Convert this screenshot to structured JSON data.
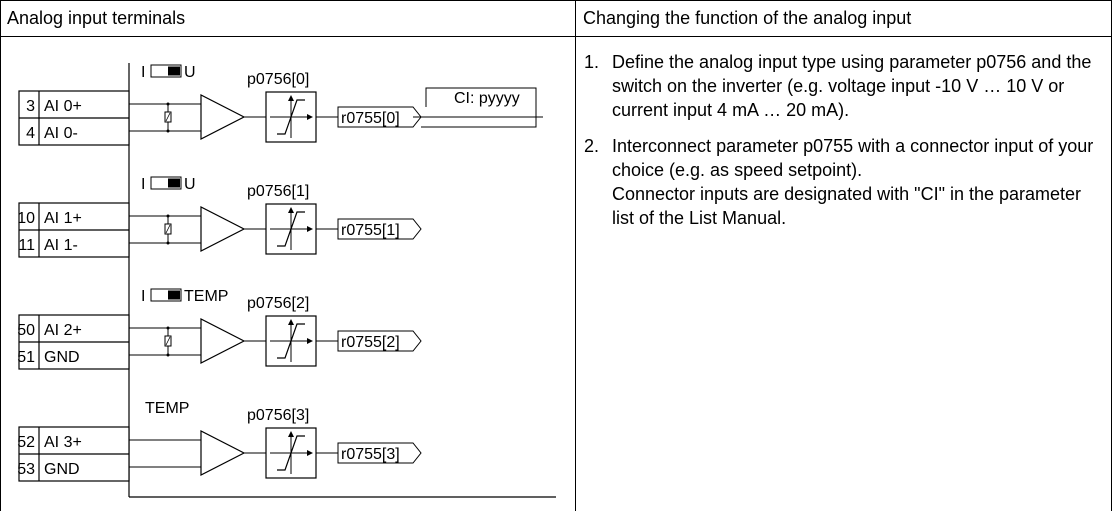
{
  "table": {
    "col_left_header": "Analog input terminals",
    "col_right_header": "Changing the function of the analog input"
  },
  "diagram": {
    "channels": [
      {
        "terminal_plus_num": "3",
        "terminal_plus_label": "AI 0+",
        "terminal_minus_num": "4",
        "terminal_minus_label": "AI 0-",
        "switch_left": "I",
        "switch_right": "U",
        "param": "p0756[0]",
        "output": "r0755[0]",
        "has_resistor": true
      },
      {
        "terminal_plus_num": "10",
        "terminal_plus_label": "AI 1+",
        "terminal_minus_num": "11",
        "terminal_minus_label": "AI 1-",
        "switch_left": "I",
        "switch_right": "U",
        "param": "p0756[1]",
        "output": "r0755[1]",
        "has_resistor": true
      },
      {
        "terminal_plus_num": "50",
        "terminal_plus_label": "AI 2+",
        "terminal_minus_num": "51",
        "terminal_minus_label": "GND",
        "switch_left": "I",
        "switch_right": "TEMP",
        "param": "p0756[2]",
        "output": "r0755[2]",
        "has_resistor": true
      },
      {
        "terminal_plus_num": "52",
        "terminal_plus_label": "AI 3+",
        "terminal_minus_num": "53",
        "terminal_minus_label": "GND",
        "switch_left": "",
        "switch_right": "",
        "mode_label": "TEMP",
        "param": "p0756[3]",
        "output": "r0755[3]",
        "has_resistor": false
      }
    ],
    "connector_label": "CI: pyyyy"
  },
  "instructions": {
    "steps": [
      {
        "num": "1.",
        "text": "Define the analog input type using parameter p0756 and the switch on the inverter (e.g. voltage input -10 V … 10 V or current input 4 mA … 20 mA)."
      },
      {
        "num": "2.",
        "text": "Interconnect parameter p0755 with a connector input of your choice (e.g. as speed setpoint).",
        "note": "Connector inputs are designated with \"CI\" in the parameter list of the List Manual."
      }
    ]
  }
}
